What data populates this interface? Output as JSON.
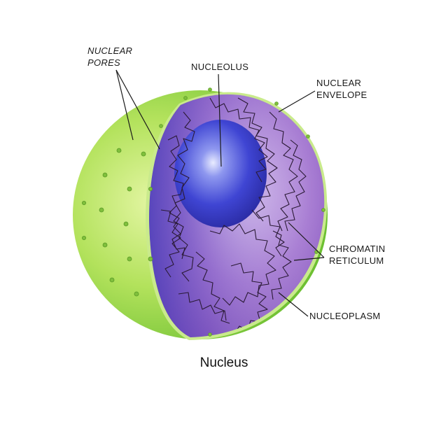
{
  "labels": {
    "nuclear_pores": [
      "NUCLEAR",
      "PORES"
    ],
    "nucleolus": "NUCLEOLUS",
    "nuclear_envelope": [
      "NUCLEAR",
      "ENVELOPE"
    ],
    "chromatin_reticulum": [
      "CHROMATIN",
      "RETICULUM"
    ],
    "nucleoplasm": "NUCLEOPLASM"
  },
  "caption": "Nucleus",
  "colors": {
    "outer_envelope": "#a9dc4f",
    "nucleoplasm": "#a77ad0",
    "nucleolus": "#3a3fd0",
    "chromatin": "#2a1a35"
  }
}
